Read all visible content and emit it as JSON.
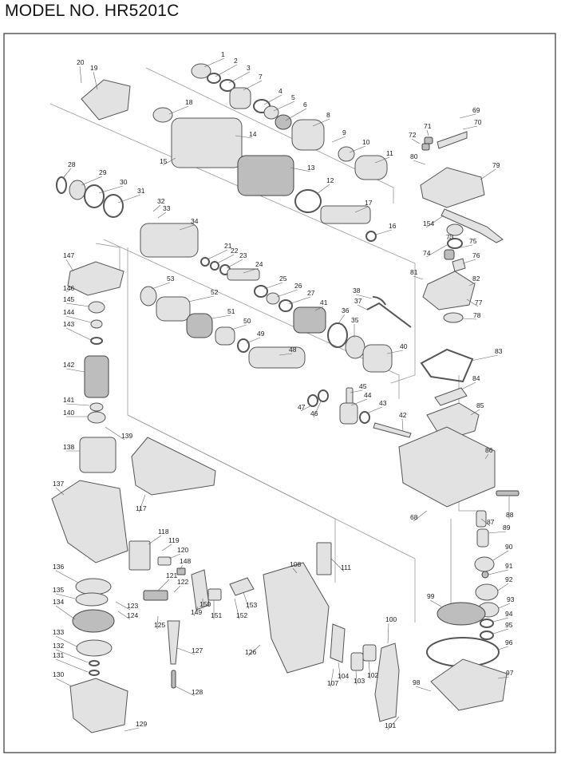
{
  "header": {
    "model": "MODEL NO. HR5201C"
  },
  "parts": [
    {
      "id": "1"
    },
    {
      "id": "2"
    },
    {
      "id": "3"
    },
    {
      "id": "4"
    },
    {
      "id": "5"
    },
    {
      "id": "6"
    },
    {
      "id": "7"
    },
    {
      "id": "8"
    },
    {
      "id": "9"
    },
    {
      "id": "10"
    },
    {
      "id": "11"
    },
    {
      "id": "12"
    },
    {
      "id": "13"
    },
    {
      "id": "14"
    },
    {
      "id": "15"
    },
    {
      "id": "16"
    },
    {
      "id": "17"
    },
    {
      "id": "18"
    },
    {
      "id": "19"
    },
    {
      "id": "20"
    },
    {
      "id": "21"
    },
    {
      "id": "22"
    },
    {
      "id": "23"
    },
    {
      "id": "24"
    },
    {
      "id": "25"
    },
    {
      "id": "26"
    },
    {
      "id": "27"
    },
    {
      "id": "28"
    },
    {
      "id": "29"
    },
    {
      "id": "30"
    },
    {
      "id": "31"
    },
    {
      "id": "32"
    },
    {
      "id": "33"
    },
    {
      "id": "34"
    },
    {
      "id": "35"
    },
    {
      "id": "36"
    },
    {
      "id": "37"
    },
    {
      "id": "38"
    },
    {
      "id": "40"
    },
    {
      "id": "41"
    },
    {
      "id": "42"
    },
    {
      "id": "43"
    },
    {
      "id": "44"
    },
    {
      "id": "45"
    },
    {
      "id": "46"
    },
    {
      "id": "47"
    },
    {
      "id": "48"
    },
    {
      "id": "49"
    },
    {
      "id": "50"
    },
    {
      "id": "51"
    },
    {
      "id": "52"
    },
    {
      "id": "53"
    },
    {
      "id": "68"
    },
    {
      "id": "69"
    },
    {
      "id": "70"
    },
    {
      "id": "71"
    },
    {
      "id": "72"
    },
    {
      "id": "73"
    },
    {
      "id": "74"
    },
    {
      "id": "75"
    },
    {
      "id": "76"
    },
    {
      "id": "77"
    },
    {
      "id": "78"
    },
    {
      "id": "79"
    },
    {
      "id": "80"
    },
    {
      "id": "81"
    },
    {
      "id": "82"
    },
    {
      "id": "83"
    },
    {
      "id": "84"
    },
    {
      "id": "85"
    },
    {
      "id": "86"
    },
    {
      "id": "87"
    },
    {
      "id": "88"
    },
    {
      "id": "89"
    },
    {
      "id": "90"
    },
    {
      "id": "91"
    },
    {
      "id": "92"
    },
    {
      "id": "93"
    },
    {
      "id": "94"
    },
    {
      "id": "95"
    },
    {
      "id": "96"
    },
    {
      "id": "97"
    },
    {
      "id": "98"
    },
    {
      "id": "99"
    },
    {
      "id": "100"
    },
    {
      "id": "101"
    },
    {
      "id": "102"
    },
    {
      "id": "103"
    },
    {
      "id": "104"
    },
    {
      "id": "107"
    },
    {
      "id": "108"
    },
    {
      "id": "111"
    },
    {
      "id": "117"
    },
    {
      "id": "118"
    },
    {
      "id": "119"
    },
    {
      "id": "120"
    },
    {
      "id": "121"
    },
    {
      "id": "122"
    },
    {
      "id": "123"
    },
    {
      "id": "124"
    },
    {
      "id": "125"
    },
    {
      "id": "126"
    },
    {
      "id": "127"
    },
    {
      "id": "128"
    },
    {
      "id": "129"
    },
    {
      "id": "130"
    },
    {
      "id": "131"
    },
    {
      "id": "132"
    },
    {
      "id": "133"
    },
    {
      "id": "134"
    },
    {
      "id": "135"
    },
    {
      "id": "136"
    },
    {
      "id": "137"
    },
    {
      "id": "138"
    },
    {
      "id": "139"
    },
    {
      "id": "140"
    },
    {
      "id": "141"
    },
    {
      "id": "142"
    },
    {
      "id": "143"
    },
    {
      "id": "144"
    },
    {
      "id": "145"
    },
    {
      "id": "146"
    },
    {
      "id": "147"
    },
    {
      "id": "148"
    },
    {
      "id": "149"
    },
    {
      "id": "150"
    },
    {
      "id": "151"
    },
    {
      "id": "152"
    },
    {
      "id": "153"
    },
    {
      "id": "154"
    }
  ]
}
